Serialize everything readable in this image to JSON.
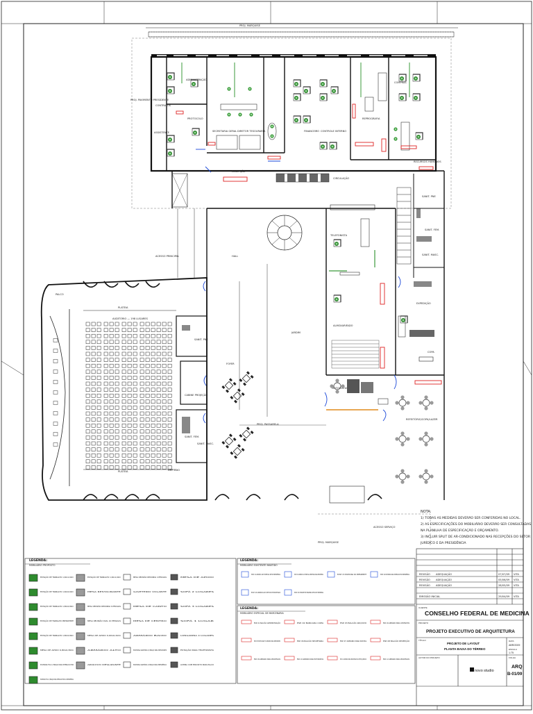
{
  "drawing": {
    "top_marker": "PROJ. MARQUISE",
    "rooms": {
      "administracao": "ADMINISTRAÇÃO",
      "contratos": "CONTRATOS",
      "assistente": "ASSISTENTE",
      "protocolo": "PROTOCOLO",
      "secretaria_geral": "SECRETARIA GERAL",
      "diretor_tesouraria": "DIRETOR TESOURARIA",
      "financeiro": "FINANCEIRO",
      "controle_interno": "CONTROLE INTERNO",
      "reprografia": "REPROGRAFIA",
      "compras": "COMPRAS",
      "recursos_humanos": "RECURSOS HUMANOS",
      "recepcao": "RECEPÇÃO",
      "circulacao": "CIRCULAÇÃO",
      "hall": "HALL",
      "jardim": "JARDIM",
      "telefonista": "TELEFONISTA",
      "almoxarifado": "ALMOXARIFADO",
      "motoristas": "MOTORISTAS",
      "copa": "COPA",
      "refeitorio": "REFEITÓRIO/COPA/LAZER",
      "expedicao": "EXPEDIÇÃO",
      "auditorio": "AUDITÓRIO — 198 LUGARES",
      "plateia": "PLATEIA",
      "palco": "PALCO",
      "foyer": "FOYER",
      "cabine_projecao": "CABINE PROJEÇÃO",
      "sanit_pne": "SANIT. PNE",
      "sanit_masc": "SANIT. MASC.",
      "sanit_fem": "SANIT. FEM.",
      "deposito": "DEP. LIXO",
      "acesso_principal": "ACESSO PRINCIPAL",
      "acesso_servico": "ACESSO SERVIÇO",
      "proj_marquise": "PROJ. MARQUISE",
      "prolongamento": "PROJ. PASSARELA",
      "proj_pavimento": "PROJ. PAVIMENTO PRESIDENTE"
    }
  },
  "notes": {
    "title": "NOTA:",
    "lines": [
      "1) TODAS AS MEDIDAS DEVERÃO SER CONFERIDAS NO LOCAL.",
      "2) AS ESPECIFICAÇÕES DO MOBILIÁRIO DEVERÃO SER CONSULTADAS",
      "NA PLANILHA DE ESPECIFICAÇÃO E ORÇAMENTO.",
      "3) INCLUIR SPLIT DE AR-CONDICIONADO NAS RECEPÇÕES DO SETOR",
      "JURÍDICO E DA PRESIDÊNCIA"
    ]
  },
  "legend1": {
    "title": "LEGENDA:",
    "subtitle": "MOBILIÁRIO PROPOSTO",
    "items": [
      "ESTAÇÃO DE TRABALHO 1,60x1,60m",
      "ESTAÇÃO DE TRABALHO 1,60x1,60m",
      "MESA REUNIÃO REDONDA 4 PESSOAS",
      "MESA DE APOIO",
      "ESTAÇÃO DE TRABALHO 1,60x0,60m",
      "MESA RESTAURANTE",
      "GAVETEIRO VOLANTE",
      "SOFÁ 2 LUGARES",
      "ESTAÇÃO DE TRABALHO 1,80x0,80m",
      "MESA REUNIÃO REDONDA 6 PESSOAS",
      "MESA DE CANTO",
      "SOFÁ 3 LUGARES",
      "ESTAÇÃO DE TRABALHO PRESIDENTE",
      "MESA REUNIÃO OVAL 10 PESSOAS",
      "MESA DE CENTRO",
      "SOFÁ 1 LUGAR",
      "ESTAÇÃO DE TRABALHO 1,80x0,80m",
      "MESA DE APOIO 0,60x0,60m",
      "ARMÁRIO BAIXO",
      "LONGARINA 4 LUGARES",
      "MESA DE APOIO 0,80x0,80m",
      "ARMÁRIO ALTO",
      "POLTRONA GIRATÓRIA C/ BRAÇO PARA SERVIDORES",
      "ESTAÇÃO PARA TELEFONISTA",
      "POLTRONA FIXA C/ BRAÇO PARA INTERLOCUTOR",
      "ARQUIVO DESLIZANTE",
      "POLTRONA GIRATÓRIA C/ BRAÇO PARA PRESIDÊNCIA",
      "LIXEIRA COM ENCOSTO PARA PALCO",
      "POLTRONA FIXA C/ BRAÇO PARA INTERLOCUTOR DA PRESIDÊNCIA"
    ]
  },
  "legend2": {
    "title": "LEGENDA:",
    "subtitle": "MOBILIÁRIO EXISTENTE MANTIDO",
    "items": [
      "EXIST. 01 ARMÁRIO ALTO ESPECIAL SETOR PRESIDÊNCIA",
      "EXIST. 02 ARMÁRIO ALTO ESPECIAL SECRETARIA PARA PRESIDÊNCIA",
      "EXIST. 03 POLTRONA DO PRESIDENTE",
      "EXIST. 04 POLTRONA PARA INTERLOCUTOR PRESIDÊNCIA",
      "EXIST. 05 ARMÁRIO ALTO SETOR DE PROCESSOS",
      "EXIST. 06 ESTANTE EM MADEIRA SETOR DE IMPRENSA"
    ]
  },
  "legend3": {
    "title": "LEGENDA:",
    "subtitle": "MOBILIÁRIO ESPECIAL DE MARCENARIA",
    "items": [
      "ESP. 01 BALCÃO ADMINISTRAÇÃO",
      "ESP. 02 BANCADA COPA",
      "ESP. 03 BALCÃO ARQUIVO",
      "ESP. 04 ARMÁRIO PARA CONTRATOS",
      "ESP. 05 MÓVEL PARA TV ARMÁRIO PARA SERVIDORES",
      "ESP. 06 BALCÃO SECRETARIA",
      "ESP. 07 ARMÁRIO PARA PASTAS",
      "ESP. 08 BALCÃO RECEPÇÃO",
      "ESP. 09 ARMÁRIO PARA PROCESSOS",
      "ESP. 10 ARMÁRIO PARA MOTORISTAS",
      "ESP. 11 ARMÁRIO PARA PROCESSOS NO SETOR JURÍDICO",
      "ESP. 12 ARMÁRIO PARA PROCESSOS"
    ]
  },
  "title_block": {
    "revisions": [
      {
        "label": "REVISÃO",
        "desc": "ADEQUAÇÃO",
        "date": "07/07/09",
        "by": "VITA"
      },
      {
        "label": "REVISÃO",
        "desc": "ADEQUAÇÃO",
        "date": "05/06/09",
        "by": "VITA"
      },
      {
        "label": "REVISÃO",
        "desc": "ADEQUAÇÃO",
        "date": "28/05/09",
        "by": "VITA"
      },
      {
        "label": "EMISSÃO INICIAL",
        "desc": "",
        "date": "29/04/09",
        "by": "VITA"
      }
    ],
    "client_label": "CLIENTE",
    "client": "CONSELHO FEDERAL DE MEDICINA",
    "project_label": "PROJETO",
    "project": "PROJETO EXECUTIVO DE ARQUITETURA",
    "title_label": "TÍTULO",
    "drawing_title_1": "PROJETO DE LAYOUT",
    "drawing_title_2": "PLANTA BAIXA DO TÉRREO",
    "date_label": "DATA",
    "date": "ABR/2009",
    "scale_label": "ESCALA",
    "scale": "1:75",
    "author_label": "AUTOR DO PROJETO",
    "firm": "novo studio",
    "sheet_label": "FOLHA",
    "sheet_code_1": "ARQ",
    "sheet_code_2": "B-01/09"
  }
}
